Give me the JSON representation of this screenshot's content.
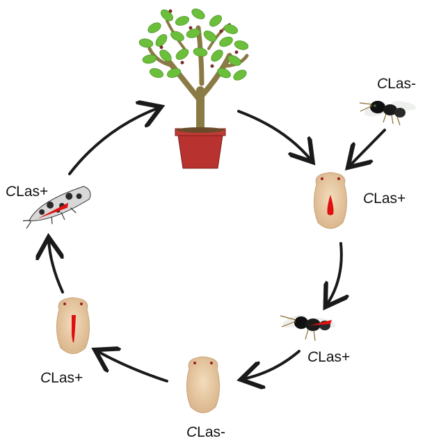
{
  "labels": {
    "wasp_top_prefix": "C",
    "wasp_top_rest": "Las-",
    "nymph_right_prefix": "C",
    "nymph_right_rest": "Las+",
    "wasp_right_prefix": "C",
    "wasp_right_rest": "Las+",
    "nymph_bottom_prefix": "C",
    "nymph_bottom_rest": "Las-",
    "nymph_left_prefix": "C",
    "nymph_left_rest": "Las+",
    "adult_prefix": "C",
    "adult_rest": "Las+"
  },
  "colors": {
    "arrow": "#1a1a1a",
    "leaf": "#6cbf3a",
    "trunk": "#8a7a45",
    "pot": "#b8322f",
    "nymph_body": "#e9c9a0",
    "bacteria_mark": "#e01010"
  },
  "icons": [
    "citrus-tree-icon",
    "parasitoid-wasp-icon",
    "psyllid-nymph-icon",
    "adult-psyllid-icon"
  ]
}
